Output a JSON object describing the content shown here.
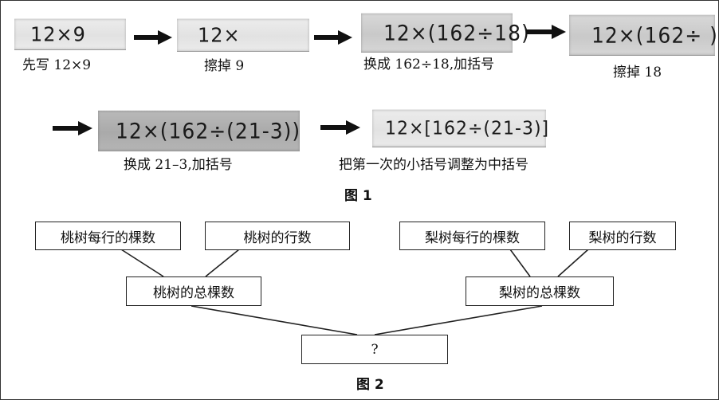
{
  "figure1": {
    "title": "图 1",
    "steps": [
      {
        "strip_text": "12×9",
        "caption": "先写 12×9"
      },
      {
        "strip_text": "12×",
        "caption": "擦掉 9"
      },
      {
        "strip_text": "12×(162÷18)",
        "caption": "换成 162÷18,加括号"
      },
      {
        "strip_text": "12×(162÷ )",
        "caption": "擦掉 18"
      },
      {
        "strip_text": "12×(162÷(21-3))",
        "caption": "换成 21–3,加括号"
      },
      {
        "strip_text": "12×[162÷(21-3)]",
        "caption": "把第一次的小括号调整为中括号"
      }
    ],
    "arrow_icon": "right-arrow-icon"
  },
  "figure2": {
    "title": "图 2",
    "boxes": {
      "peach_per_row": "桃树每行的棵数",
      "peach_rows": "桃树的行数",
      "pear_per_row": "梨树每行的棵数",
      "pear_rows": "梨树的行数",
      "peach_total": "桃树的总棵数",
      "pear_total": "梨树的总棵数",
      "question": "?"
    }
  }
}
